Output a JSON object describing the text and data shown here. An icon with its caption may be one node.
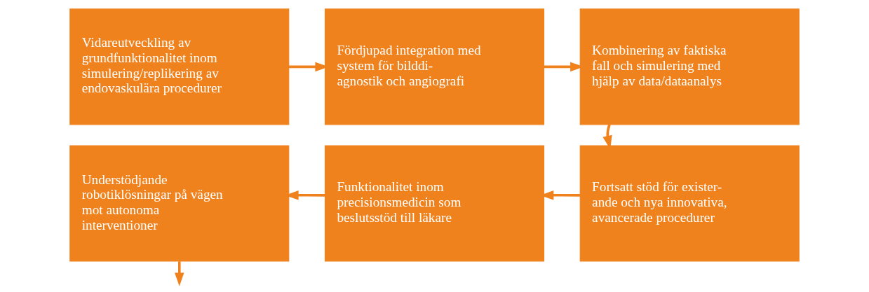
{
  "diagram": {
    "nodes": [
      {
        "text": [
          "Vidareutveckling av grundfunktionalitet inom simulering/replikering av endovaskulära procedurer"
        ]
      },
      {
        "text": [
          "Fördjupad integration med system för bilddi- agnostik och angiografi"
        ]
      },
      {
        "text": [
          "Kombinering av faktiska fall och simulering med hjälp av data/dataanalys"
        ]
      },
      {
        "text": [
          "Understödjande robotiklösningar på vägen mot autonoma interventioner"
        ]
      },
      {
        "text": [
          "Funktionalitet inom precisionsmedicin som beslutsstöd till läkare"
        ]
      },
      {
        "text": [
          "Fortsatt stöd för exister- ande och nya innovativa, avancerade procedurer"
        ]
      }
    ],
    "edges": [
      {
        "from": 0,
        "to": 1,
        "arrow": "to"
      },
      {
        "from": 1,
        "to": 2,
        "arrow": "to"
      },
      {
        "from": 2,
        "to": 5,
        "arrow": "to"
      },
      {
        "from": 5,
        "to": 4,
        "arrow": "to"
      },
      {
        "from": 4,
        "to": 3,
        "arrow": "to"
      },
      {
        "from": 3,
        "to": null,
        "arrow": "to"
      }
    ]
  }
}
